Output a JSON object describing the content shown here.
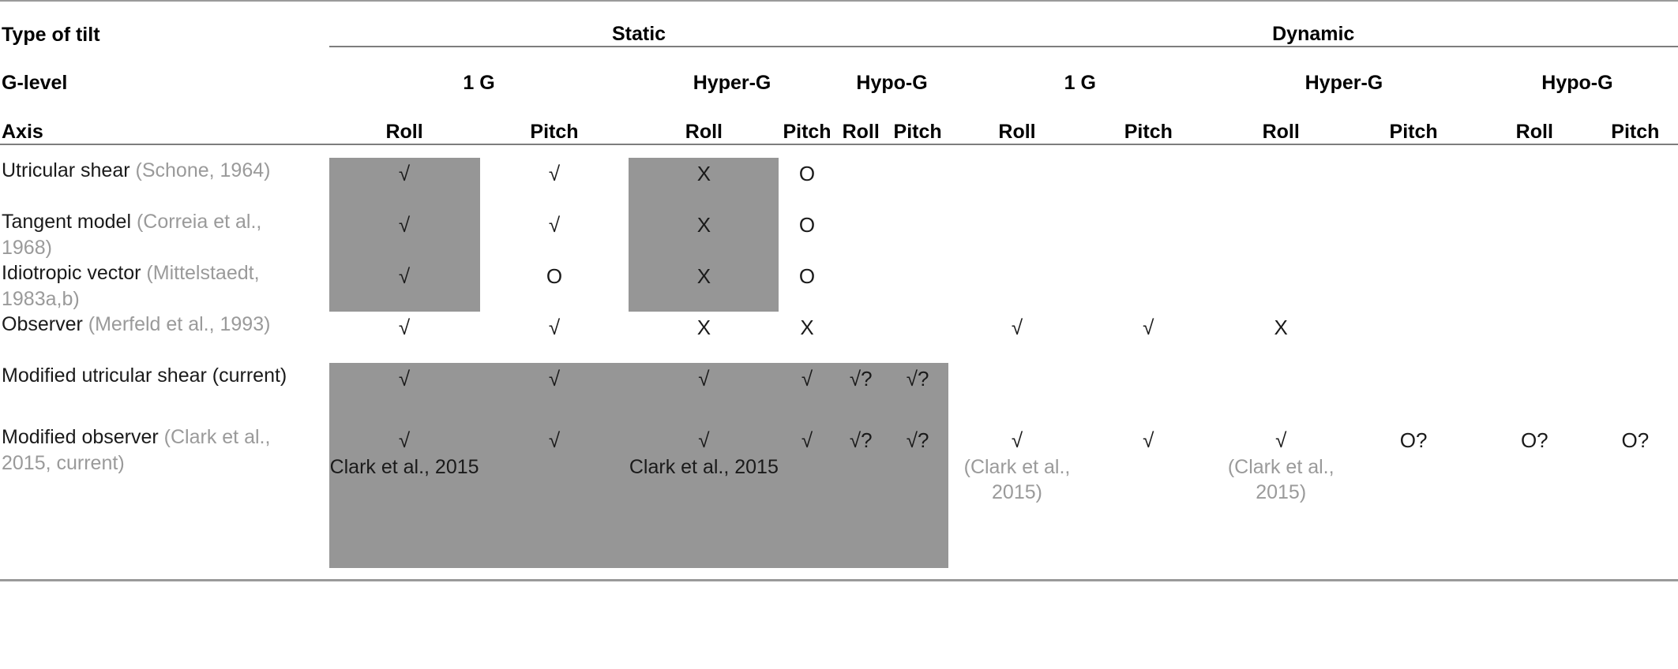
{
  "table": {
    "stub_headers": {
      "type_of_tilt": "Type of tilt",
      "g_level": "G-level",
      "axis": "Axis"
    },
    "tilt_groups": [
      {
        "label": "Static",
        "span": 6
      },
      {
        "label": "Dynamic",
        "span": 6
      }
    ],
    "g_levels": [
      {
        "label": "1 G",
        "span": 2
      },
      {
        "label": "Hyper-G",
        "span": 2
      },
      {
        "label": "Hypo-G",
        "span": 2
      },
      {
        "label": "1 G",
        "span": 2
      },
      {
        "label": "Hyper-G",
        "span": 2
      },
      {
        "label": "Hypo-G",
        "span": 2
      }
    ],
    "axes": [
      "Roll",
      "Pitch",
      "Roll",
      "Pitch",
      "Roll",
      "Pitch",
      "Roll",
      "Pitch",
      "Roll",
      "Pitch",
      "Roll",
      "Pitch"
    ],
    "colors": {
      "shade": "#969696",
      "citation_gray": "#9a9a9a",
      "rule": "#9a9a9a",
      "text": "#1a1a1a"
    },
    "rows": [
      {
        "name": "Utricular shear",
        "citation": "(Schone, 1964)",
        "cells": [
          {
            "mark": "√",
            "shaded": true
          },
          {
            "mark": "√",
            "shaded": false
          },
          {
            "mark": "X",
            "shaded": true
          },
          {
            "mark": "O",
            "shaded": false
          },
          {
            "mark": "",
            "shaded": false
          },
          {
            "mark": "",
            "shaded": false
          },
          {
            "mark": "",
            "shaded": false
          },
          {
            "mark": "",
            "shaded": false
          },
          {
            "mark": "",
            "shaded": false
          },
          {
            "mark": "",
            "shaded": false
          },
          {
            "mark": "",
            "shaded": false
          },
          {
            "mark": "",
            "shaded": false
          }
        ]
      },
      {
        "name": "Tangent model",
        "citation": "(Correia et al., 1968)",
        "cells": [
          {
            "mark": "√",
            "shaded": true
          },
          {
            "mark": "√",
            "shaded": false
          },
          {
            "mark": "X",
            "shaded": true
          },
          {
            "mark": "O",
            "shaded": false
          },
          {
            "mark": "",
            "shaded": false
          },
          {
            "mark": "",
            "shaded": false
          },
          {
            "mark": "",
            "shaded": false
          },
          {
            "mark": "",
            "shaded": false
          },
          {
            "mark": "",
            "shaded": false
          },
          {
            "mark": "",
            "shaded": false
          },
          {
            "mark": "",
            "shaded": false
          },
          {
            "mark": "",
            "shaded": false
          }
        ]
      },
      {
        "name": "Idiotropic vector",
        "citation": "(Mittelstaedt, 1983a,b)",
        "cells": [
          {
            "mark": "√",
            "shaded": true
          },
          {
            "mark": "O",
            "shaded": false
          },
          {
            "mark": "X",
            "shaded": true
          },
          {
            "mark": "O",
            "shaded": false
          },
          {
            "mark": "",
            "shaded": false
          },
          {
            "mark": "",
            "shaded": false
          },
          {
            "mark": "",
            "shaded": false
          },
          {
            "mark": "",
            "shaded": false
          },
          {
            "mark": "",
            "shaded": false
          },
          {
            "mark": "",
            "shaded": false
          },
          {
            "mark": "",
            "shaded": false
          },
          {
            "mark": "",
            "shaded": false
          }
        ]
      },
      {
        "name": "Observer",
        "citation": "(Merfeld et al., 1993)",
        "cells": [
          {
            "mark": "√",
            "shaded": false
          },
          {
            "mark": "√",
            "shaded": false
          },
          {
            "mark": "X",
            "shaded": false
          },
          {
            "mark": "X",
            "shaded": false
          },
          {
            "mark": "",
            "shaded": false
          },
          {
            "mark": "",
            "shaded": false
          },
          {
            "mark": "√",
            "shaded": false
          },
          {
            "mark": "√",
            "shaded": false
          },
          {
            "mark": "X",
            "shaded": false
          },
          {
            "mark": "",
            "shaded": false
          },
          {
            "mark": "",
            "shaded": false
          },
          {
            "mark": "",
            "shaded": false
          }
        ]
      },
      {
        "name": "Modified utricular shear (current)",
        "citation": "",
        "cells": [
          {
            "mark": "√",
            "shaded": true
          },
          {
            "mark": "√",
            "shaded": true
          },
          {
            "mark": "√",
            "shaded": true
          },
          {
            "mark": "√",
            "shaded": true
          },
          {
            "mark": "√?",
            "shaded": true
          },
          {
            "mark": "√?",
            "shaded": true
          },
          {
            "mark": "",
            "shaded": false
          },
          {
            "mark": "",
            "shaded": false
          },
          {
            "mark": "",
            "shaded": false
          },
          {
            "mark": "",
            "shaded": false
          },
          {
            "mark": "",
            "shaded": false
          },
          {
            "mark": "",
            "shaded": false
          }
        ]
      },
      {
        "name": "Modified observer",
        "citation": "(Clark et al., 2015, current)",
        "cells": [
          {
            "mark": "√",
            "sub": "Clark et al., 2015",
            "sub_gray": false,
            "shaded": true
          },
          {
            "mark": "√",
            "sub": "",
            "shaded": true
          },
          {
            "mark": "√",
            "sub": "Clark et al., 2015",
            "sub_gray": false,
            "shaded": true
          },
          {
            "mark": "√",
            "sub": "",
            "shaded": true
          },
          {
            "mark": "√?",
            "sub": "",
            "shaded": true
          },
          {
            "mark": "√?",
            "sub": "",
            "shaded": true
          },
          {
            "mark": "√",
            "sub": "(Clark et al., 2015)",
            "sub_gray": true,
            "shaded": false
          },
          {
            "mark": "√",
            "sub": "",
            "shaded": false
          },
          {
            "mark": "√",
            "sub": "(Clark et al., 2015)",
            "sub_gray": true,
            "shaded": false
          },
          {
            "mark": "O?",
            "sub": "",
            "shaded": false
          },
          {
            "mark": "O?",
            "sub": "",
            "shaded": false
          },
          {
            "mark": "O?",
            "sub": "",
            "shaded": false
          }
        ]
      }
    ]
  }
}
